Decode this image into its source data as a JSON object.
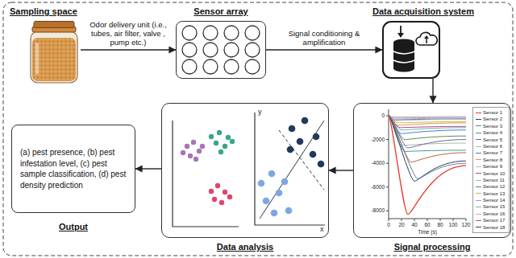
{
  "diagram": {
    "nodes": [
      {
        "text": [
          "Sampling space"
        ]
      },
      {
        "text": [
          "Sensor array"
        ]
      },
      {
        "text": [
          "Data acquisition system"
        ]
      },
      {
        "text": [
          "Output",
          "(a) pest presence, (b) pest infestation level, (c) pest sample classification, (d) pest density prediction"
        ]
      },
      {
        "text": [
          "Data analysis"
        ]
      },
      {
        "text": [
          "Signal processing"
        ]
      }
    ],
    "edges": [
      {
        "from": 0,
        "to": 1,
        "arrow": "to",
        "label": "Odor delivery unit (i.e., tubes, air filter, valve , pump etc.)"
      },
      {
        "from": 1,
        "to": 2,
        "arrow": "to",
        "label": "Signal conditioning & amplification"
      },
      {
        "from": 2,
        "to": 5,
        "arrow": "to"
      },
      {
        "from": 5,
        "to": 4,
        "arrow": "to"
      },
      {
        "from": 4,
        "to": 3,
        "arrow": "to"
      }
    ],
    "labels": [
      "0",
      "-2000",
      "-4000",
      "-6000",
      "-8000",
      "0",
      "20",
      "40",
      "60",
      "80",
      "100",
      "120",
      "Time (s)",
      "y",
      "x"
    ],
    "legend": [
      {
        "text": "Sensor 1"
      },
      {
        "text": "Sensor 2"
      },
      {
        "text": "Sensor 3"
      },
      {
        "text": "Sensor 4"
      },
      {
        "text": "Sensor 5"
      },
      {
        "text": "Sensor 6"
      },
      {
        "text": "Sensor 7"
      },
      {
        "text": "Sensor 8"
      },
      {
        "text": "Sensor 9"
      },
      {
        "text": "Sensor 10"
      },
      {
        "text": "Sensor 11"
      },
      {
        "text": "Sensor 12"
      },
      {
        "text": "Sensor 13"
      },
      {
        "text": "Sensor 14"
      },
      {
        "text": "Sensor 15"
      },
      {
        "text": "Sensor 16"
      },
      {
        "text": "Sensor 17"
      },
      {
        "text": "Sensor 18"
      }
    ]
  }
}
